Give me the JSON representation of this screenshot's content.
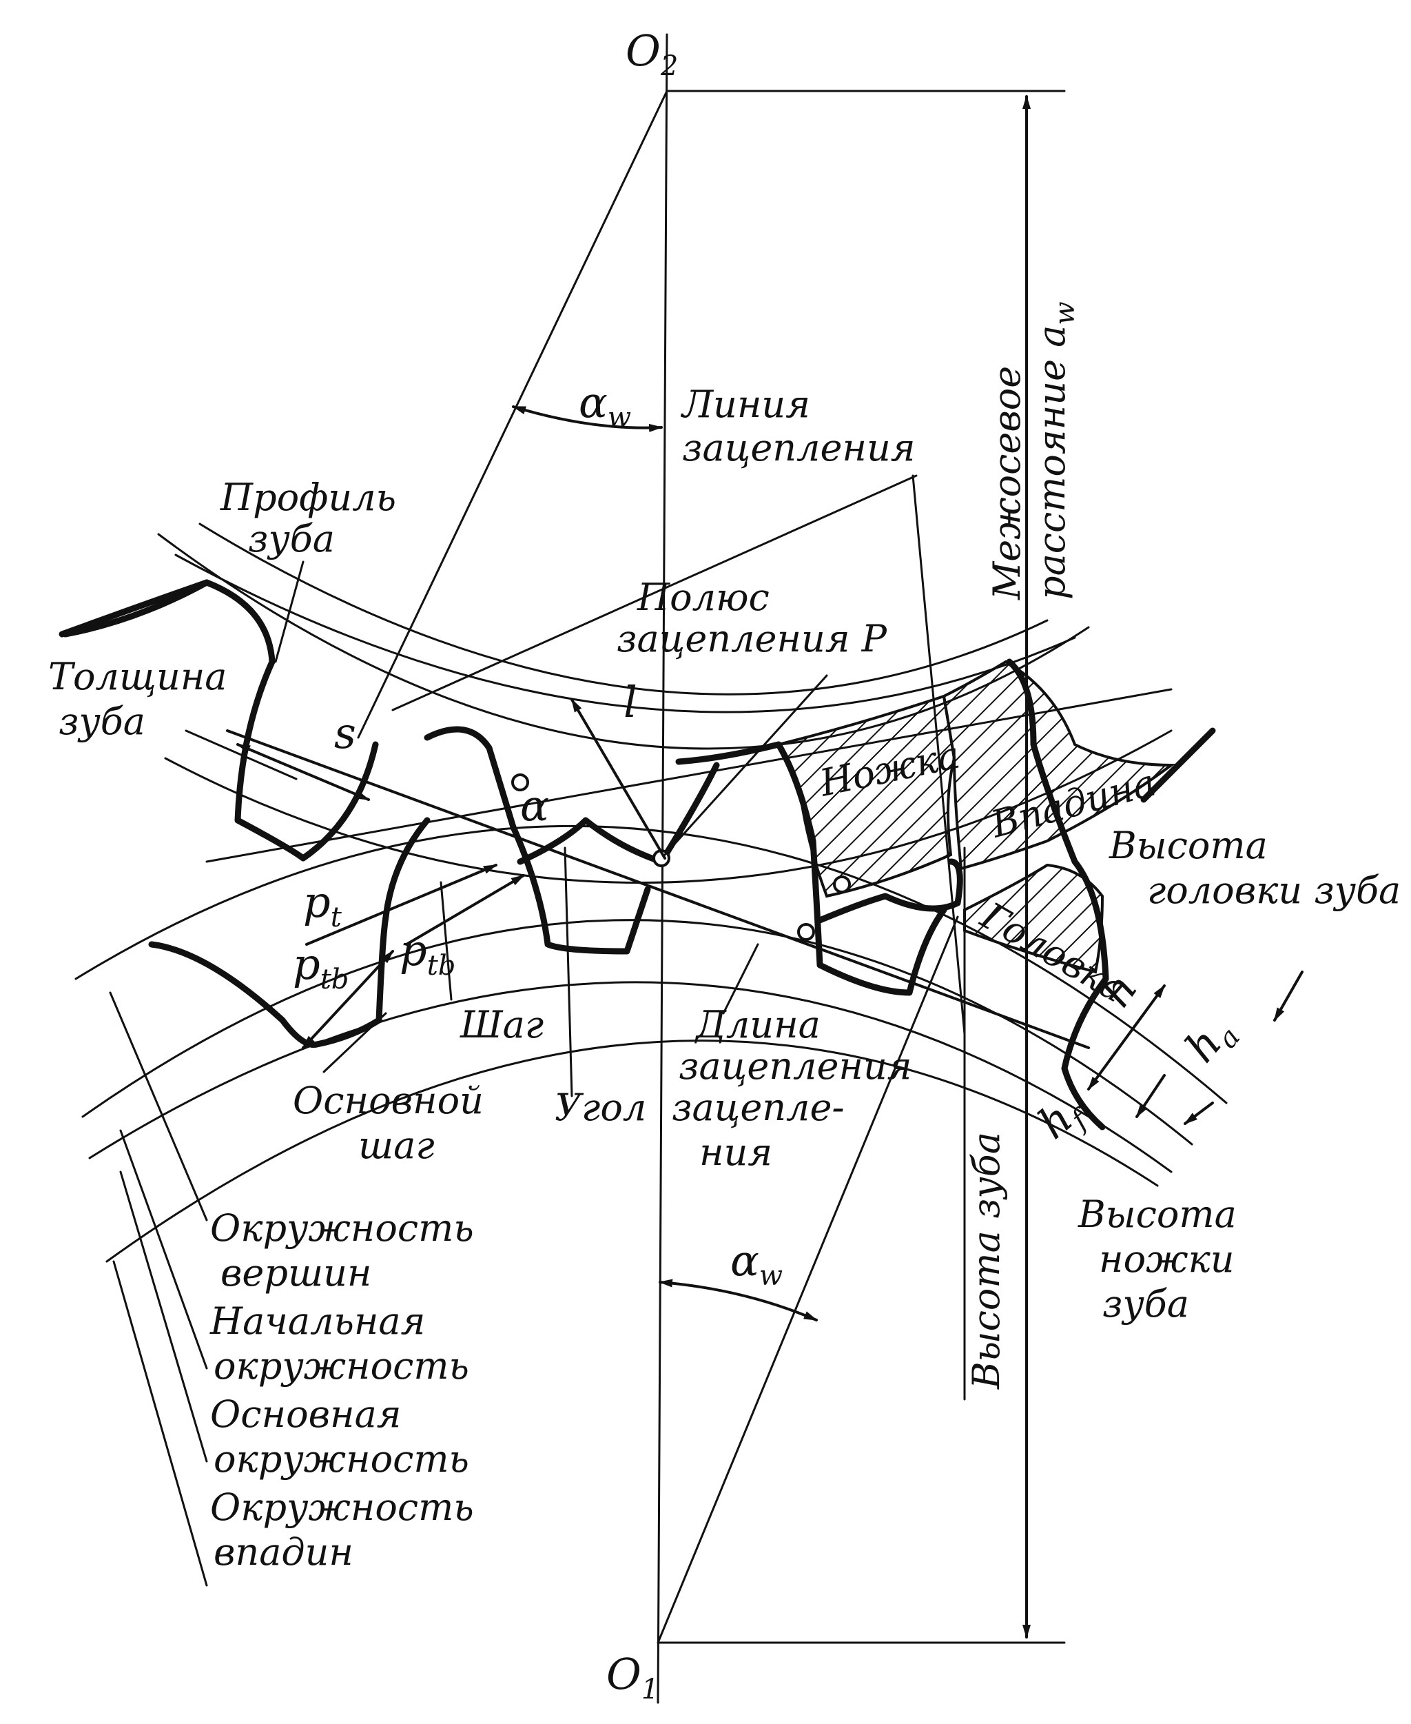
{
  "labels": {
    "o2": "O",
    "o2_sub": "2",
    "o1": "O",
    "o1_sub": "1",
    "alpha_w_top": "α",
    "alpha_w_top_sub": "w",
    "alpha_w_bottom": "α",
    "alpha_w_bottom_sub": "w",
    "line_of_action_1": "Линия",
    "line_of_action_2": "зацепления",
    "center_distance_1": "Межосевое",
    "center_distance_2": "расстояние a",
    "center_distance_sub": "w",
    "tooth_profile_1": "Профиль",
    "tooth_profile_2": "зуба",
    "pitch_point_1": "Полюс",
    "pitch_point_2": "зацепления P",
    "tooth_thickness_1": "Толщина",
    "tooth_thickness_2": "зуба",
    "s": "s",
    "l": "l",
    "alpha": "α",
    "dedendum_region": "Ножка",
    "space_region": "Впадина",
    "addendum_region": "Головка",
    "addendum_height_1": "Высота",
    "addendum_height_2": "головки зуба",
    "pt": "p",
    "pt_sub": "t",
    "ptb_left": "p",
    "ptb_left_sub": "tb",
    "ptb_mid": "p",
    "ptb_mid_sub": "tb",
    "pitch_word": "Шаг",
    "base_pitch_1": "Основной",
    "base_pitch_2": "шаг",
    "angle_1": "Угол",
    "angle_2": "зацепле-",
    "angle_3": "ния",
    "length_1": "Длина",
    "length_2": "зацепления",
    "h": "h",
    "ha": "h",
    "ha_sub": "a",
    "hf": "h",
    "hf_sub": "f",
    "tooth_height": "Высота зуба",
    "dedendum_height_1": "Высота",
    "dedendum_height_2": "ножки",
    "dedendum_height_3": "зуба",
    "tip_circle_1": "Окружность",
    "tip_circle_2": "вершин",
    "pitch_circle_1": "Начальная",
    "pitch_circle_2": "окружность",
    "base_circle_1": "Основная",
    "base_circle_2": "окружность",
    "root_circle_1": "Окружность",
    "root_circle_2": "впадин"
  }
}
